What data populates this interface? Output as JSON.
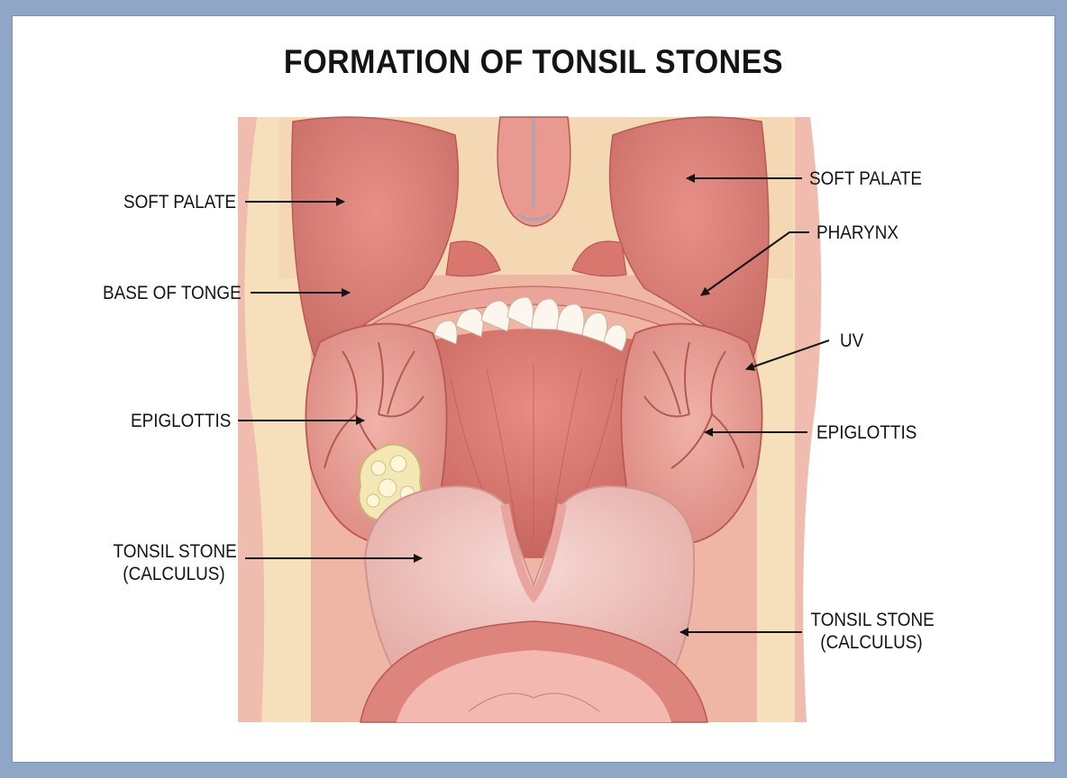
{
  "diagram": {
    "title": "FORMATION OF TONSIL STONES",
    "labels": {
      "soft_palate_left": "SOFT PALATE",
      "base_of_tonge": "BASE OF TONGE",
      "epiglottis_left": "EPIGLOTTIS",
      "tonsil_stone_left_line1": "TONSIL STONE",
      "tonsil_stone_left_line2": "(CALCULUS)",
      "soft_palate_right": "SOFT PALATE",
      "pharynx": "PHARYNX",
      "uv": "UV",
      "epiglottis_right": "EPIGLOTTIS",
      "tonsil_stone_right_line1": "TONSIL STONE",
      "tonsil_stone_right_line2": "(CALCULUS)"
    },
    "colors": {
      "background": "#8fa6c6",
      "panel": "#ffffff",
      "tissue": "#e38f86",
      "fat_layer": "#f6e0bb",
      "tongue": "#f2c8c4",
      "teeth": "#fbf7ee",
      "stone": "#f3e7b4",
      "text": "#141414"
    }
  }
}
